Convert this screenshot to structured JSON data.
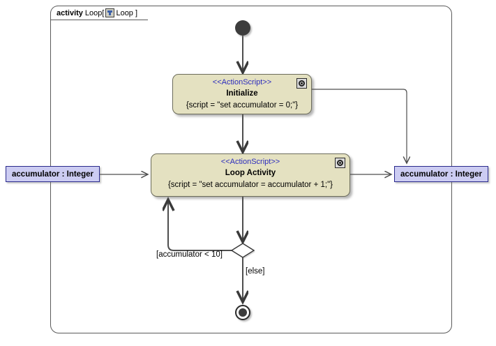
{
  "frame": {
    "keyword": "activity",
    "name": "Loop[",
    "icon": "activity-diagram-icon",
    "label_tail": "Loop ]"
  },
  "nodes": {
    "initial": {
      "name": "initial-node"
    },
    "initialize": {
      "stereotype": "<<ActionScript>>",
      "name": "Initialize",
      "script": "{script = \"set accumulator = 0;\"}",
      "badge": "action-script-icon"
    },
    "loop_activity": {
      "stereotype": "<<ActionScript>>",
      "name": "Loop Activity",
      "script": "{script = \"set accumulator = accumulator + 1;\"}",
      "badge": "action-script-icon"
    },
    "decision": {
      "name": "decision-node"
    },
    "final": {
      "name": "activity-final-node"
    }
  },
  "pins": {
    "left": {
      "label": "accumulator : Integer"
    },
    "right": {
      "label": "accumulator : Integer"
    }
  },
  "edges": {
    "loop_guard": "[accumulator < 10]",
    "else_guard": "[else]"
  },
  "colors": {
    "action_fill": "#e4e1c1",
    "action_border": "#6b6b5a",
    "stereotype_text": "#2b2bbd",
    "pin_fill": "#ccccf2",
    "pin_border": "#2a2a8c",
    "edge_stroke": "#4d4d4d",
    "frame_border": "#5a5a5a",
    "canvas_bg": "#ffffff"
  }
}
